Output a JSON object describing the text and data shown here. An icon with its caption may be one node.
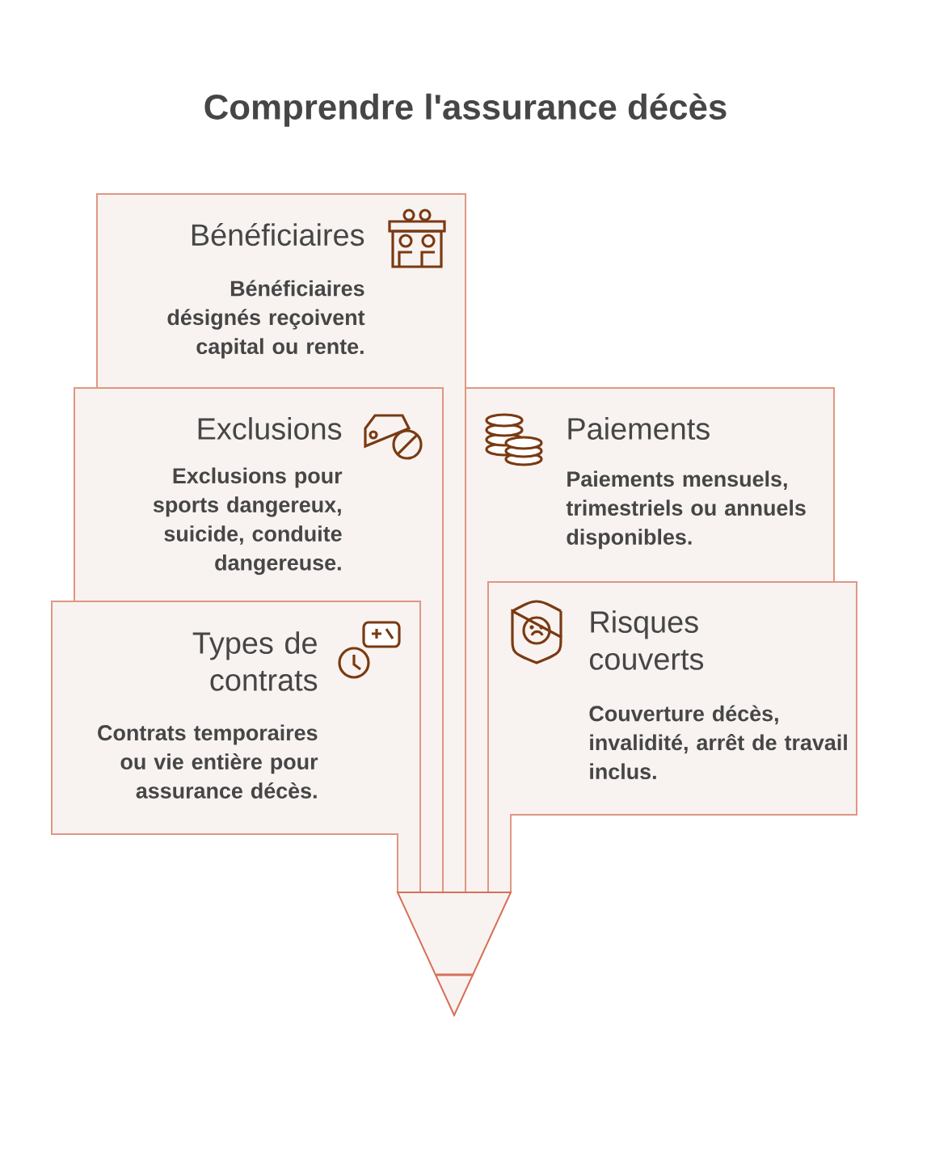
{
  "diagram": {
    "title": "Comprendre l'assurance décès",
    "nodes": [
      {
        "text": [
          "Bénéficiaires",
          "Bénéficiaires désignés reçoivent capital ou rente."
        ]
      },
      {
        "text": [
          "Exclusions",
          "Exclusions pour sports dangereux, suicide, conduite dangereuse."
        ]
      },
      {
        "text": [
          "Paiements",
          "Paiements mensuels, trimestriels ou annuels disponibles."
        ]
      },
      {
        "text": [
          "Types de contrats",
          "Contrats temporaires ou vie entière pour assurance décès."
        ]
      },
      {
        "text": [
          "Risques couverts",
          "Couverture décès, invalidité, arrêt de travail inclus."
        ]
      }
    ]
  }
}
